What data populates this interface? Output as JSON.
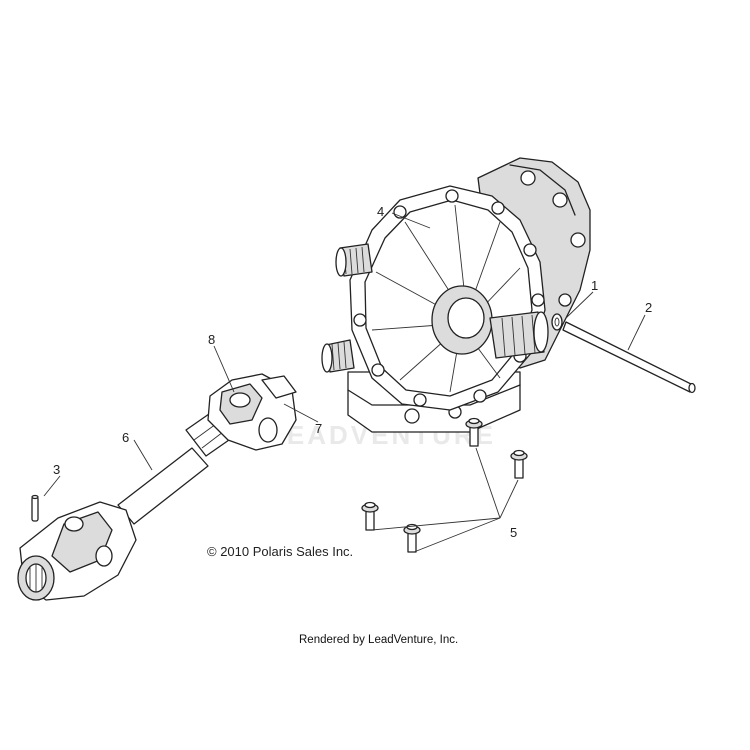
{
  "callouts": {
    "c1": "1",
    "c2": "2",
    "c3": "3",
    "c4": "4",
    "c5": "5",
    "c6": "6",
    "c7": "7",
    "c8": "8"
  },
  "copyright": "© 2010 Polaris Sales Inc.",
  "rendered_by": "Rendered by LeadVenture, Inc.",
  "watermark": "LEADVENTURE"
}
